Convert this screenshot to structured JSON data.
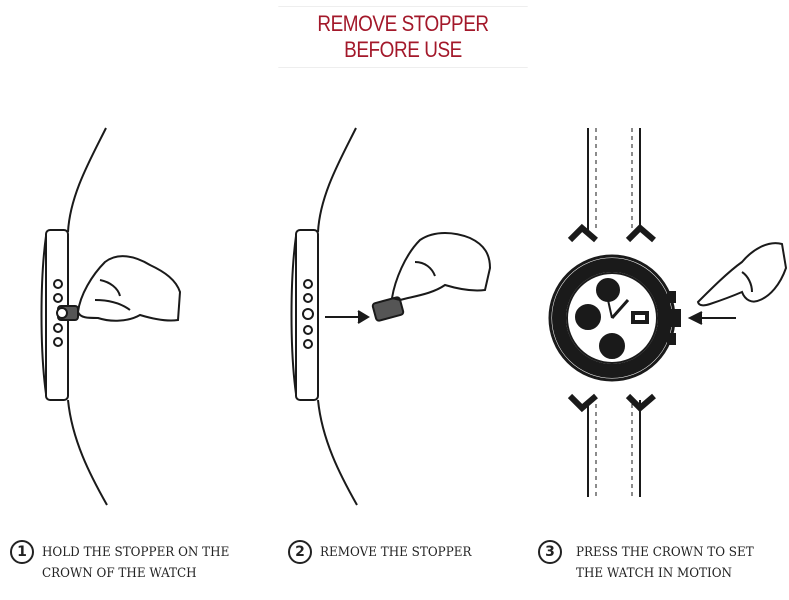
{
  "title": "REMOVE STOPPER BEFORE USE",
  "steps": [
    {
      "number": "1",
      "line1": "HOLD THE STOPPER ON THE",
      "line2": "CROWN OF THE WATCH"
    },
    {
      "number": "2",
      "line1": "REMOVE THE STOPPER",
      "line2": ""
    },
    {
      "number": "3",
      "line1": "PRESS THE CROWN TO SET",
      "line2": "THE WATCH IN MOTION"
    }
  ],
  "colors": {
    "title": "#a3182a",
    "ink": "#1a1a1a",
    "stopper": "#555555"
  }
}
